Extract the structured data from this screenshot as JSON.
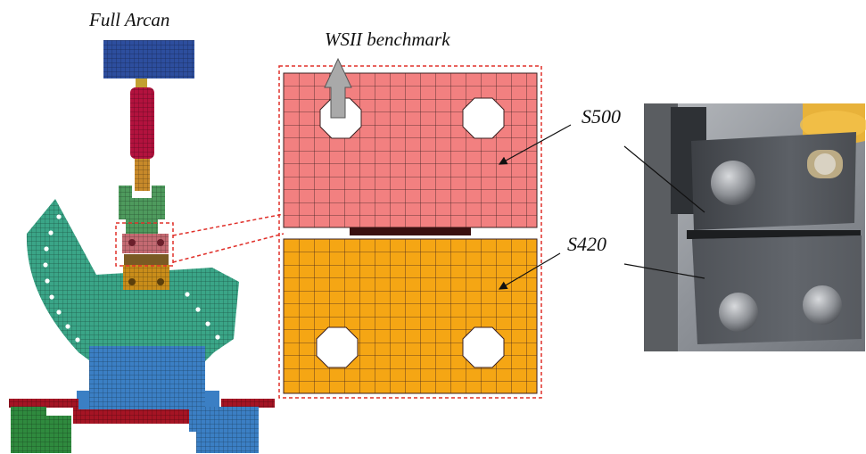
{
  "labels": {
    "full_arcan": "Full Arcan",
    "benchmark": "WSII benchmark",
    "upper_plate": "S500",
    "lower_plate": "S420"
  },
  "colors": {
    "arcan_green": "#3aa587",
    "base_blue": "#3b7fc4",
    "head_blue": "#2d4e9e",
    "actuator_red": "#b3123e",
    "base_red": "#a51424",
    "grip_green": "#4e9a5d",
    "upper_plate": "#f28080",
    "lower_plate": "#f5a614",
    "bond_line": "#3a1010",
    "mesh_line": "#3a1f1f",
    "callout": "#e0302a"
  }
}
